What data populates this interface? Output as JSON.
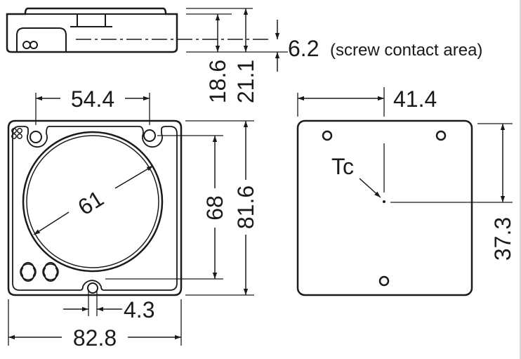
{
  "side_view": {
    "height_to_contact": "18.6",
    "total_height": "21.1",
    "contact_depth": "6.2",
    "contact_note": "(screw contact area)"
  },
  "bottom_view": {
    "hole_spacing": "54.4",
    "circle_diameter": "61",
    "slot_distance": "68",
    "height": "81.6",
    "slot_width": "4.3",
    "width": "82.8"
  },
  "top_view": {
    "tc_x": "41.4",
    "tc_y": "37.3",
    "tc_label": "Tc"
  }
}
